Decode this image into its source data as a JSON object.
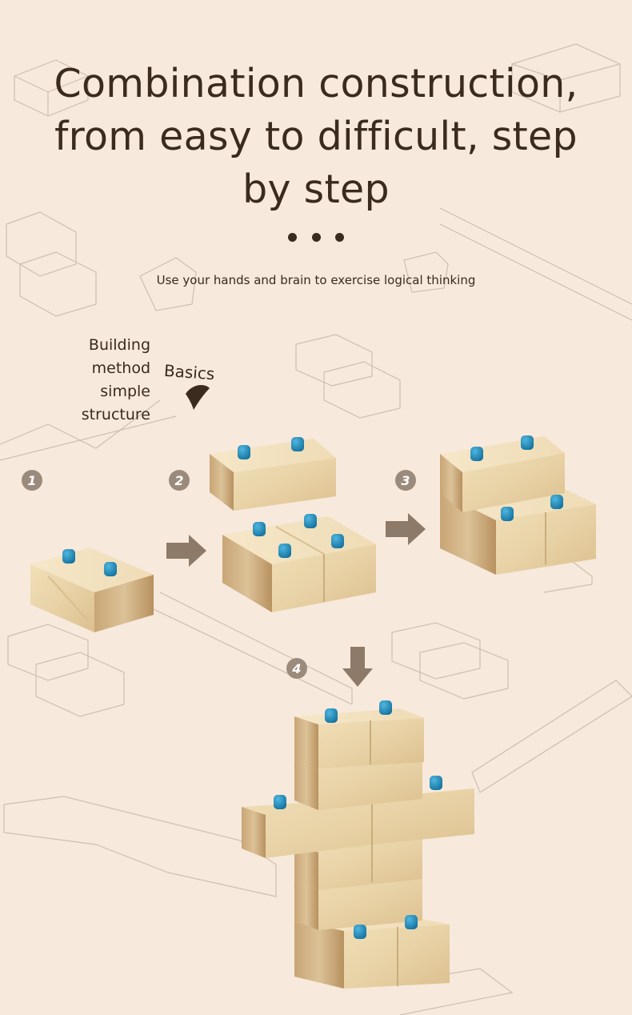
{
  "headline": "Combination construction, from easy to difficult, step by step",
  "subtitle": "Use your hands and brain to exercise logical thinking",
  "method_label": [
    "Building",
    "method",
    "simple",
    "structure"
  ],
  "basics_label": "Basics",
  "steps": [
    "1",
    "2",
    "3",
    "4"
  ],
  "colors": {
    "background": "#f7e9dc",
    "text": "#3b2a1e",
    "peg": "#1e8fbf",
    "wood": "#ecd7ac",
    "arrow": "#8e7a68",
    "badge": "#9b8b7c"
  }
}
